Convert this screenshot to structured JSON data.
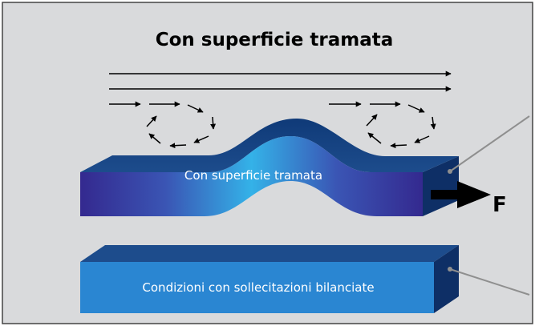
{
  "diagram": {
    "title": "Con superficie tramata",
    "textured_slab_label": "Con superficie tramata",
    "balanced_slab_label": "Condizioni con sollecitazioni bilanciate",
    "force_label": "F"
  },
  "colors": {
    "panel_background": "#d9dadc",
    "slab_top": "#1d4c8c",
    "slab_dark": "#0e2f66",
    "slab_front_edge": "#34298f",
    "slab_front_center": "#34b2e8",
    "balanced_front": "#2a86d2",
    "leader_line": "#8f8f8f",
    "arrow": "#000000"
  }
}
